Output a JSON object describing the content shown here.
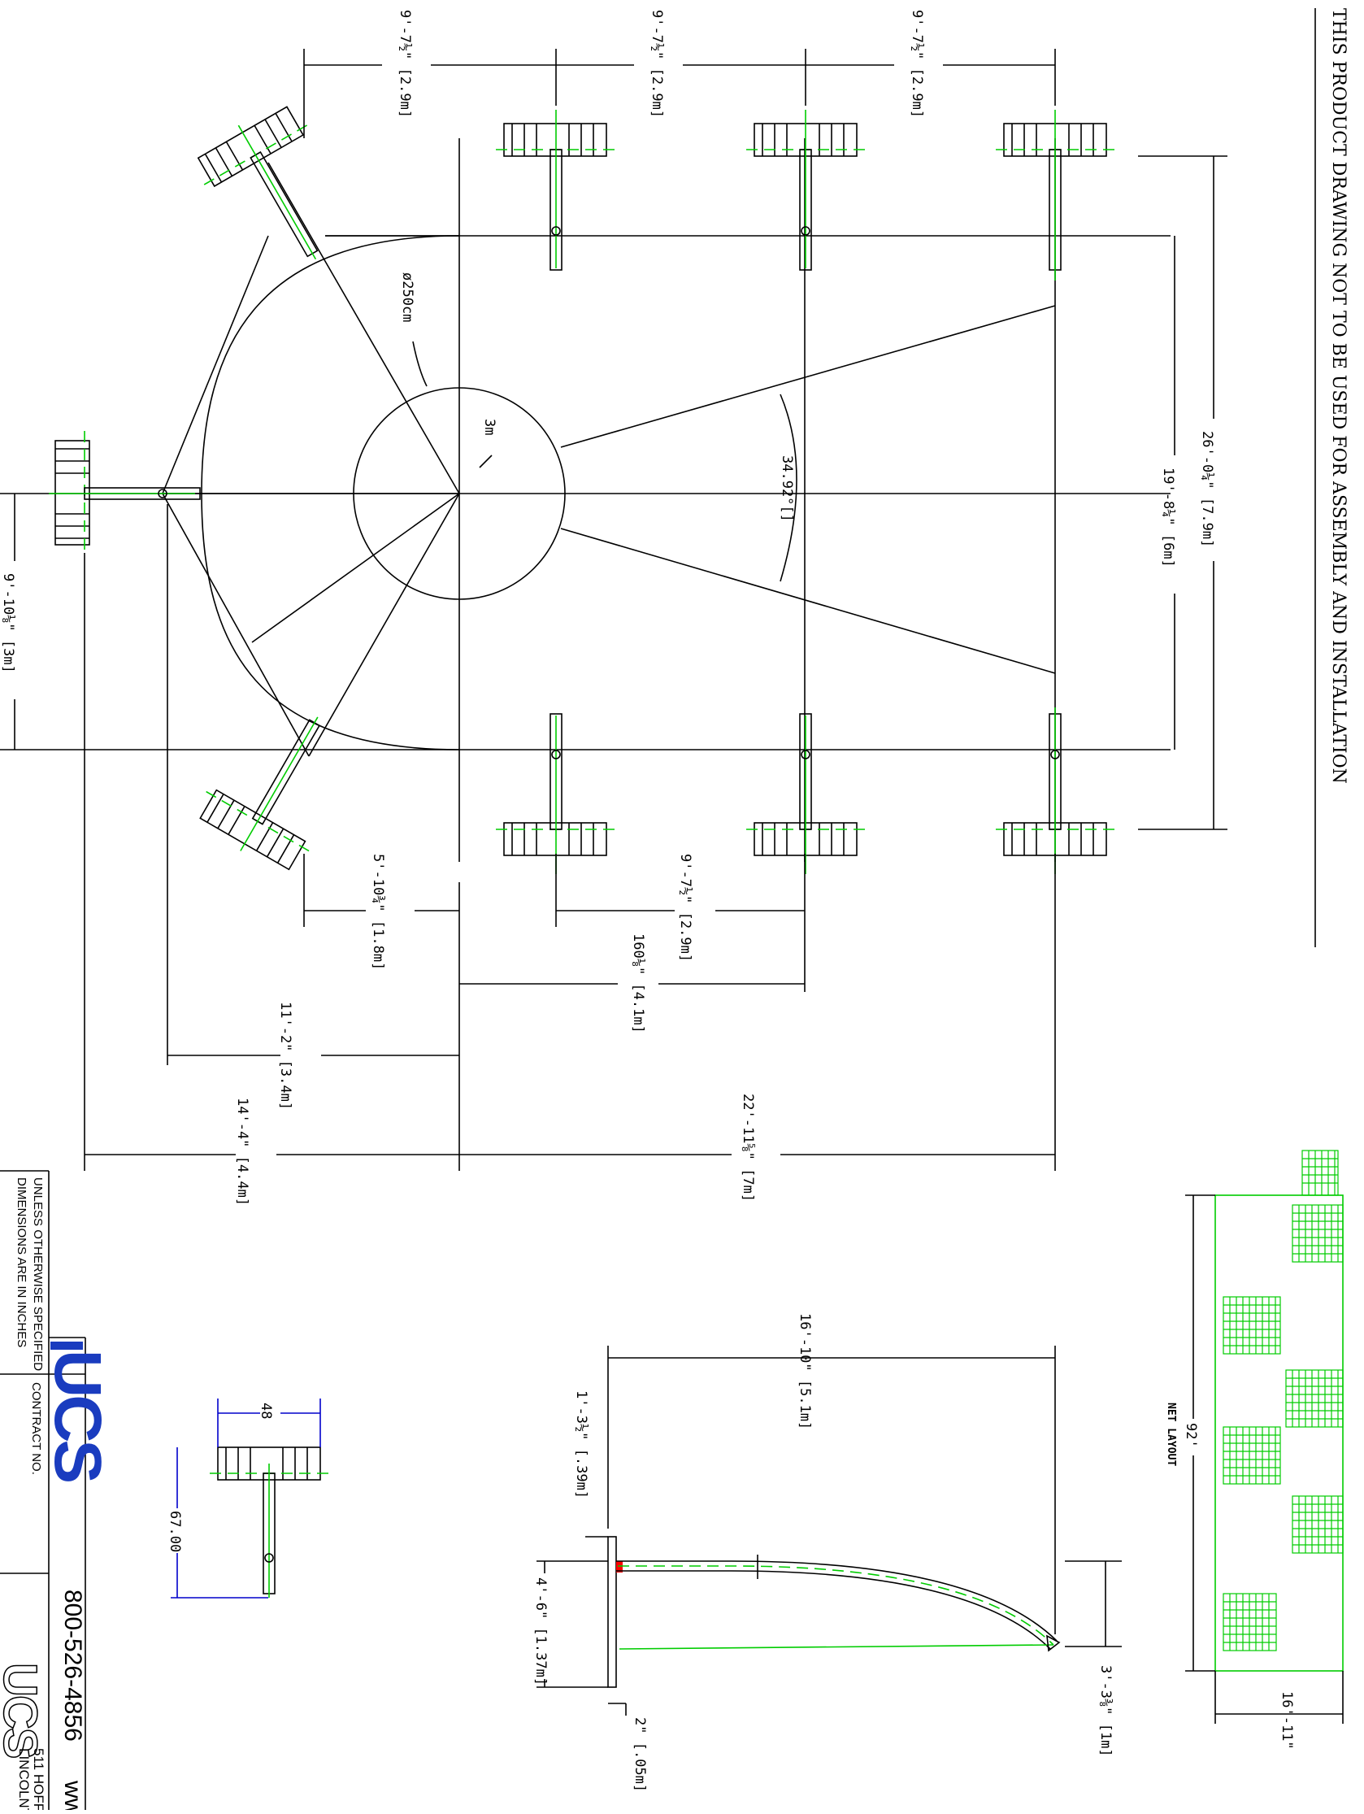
{
  "title_note": "THIS PRODUCT DRAWING NOT TO BE USED FOR ASSEMBLY AND INSTALLATION",
  "dims": {
    "top_spacing": "9'-7½\" [2.9m]",
    "diameter": "ø250cm",
    "radius": "3m",
    "angle": "34.92°[]",
    "overall_depth": "26'-0¼\" [7.9m]",
    "inner_depth": "19'-8¼\" [6m]",
    "left_width": "9'-10⅛\" [3m]",
    "bottom_spacing": "9'-7½\" [2.9m]",
    "offset_a": "5'-10¾\" [1.8m]",
    "offset_b": "160⅛\" [4.1m]",
    "offset_c": "11'-2\" [3.4m]",
    "offset_d": "14'-4\" [4.4m]",
    "overall_length": "22'-11⅝\" [7m]"
  },
  "side_view": {
    "span": "16'-10\" [5.1m]",
    "top_height": "1'-3½\" [.39m]",
    "post_height": "4'-6\" [1.37m]",
    "tip_height": "3'-3⅜\" [1m]",
    "base": "2\" [.05m]"
  },
  "detail": {
    "width": "48",
    "length": "67.00"
  },
  "net_layout": {
    "label": "NET LAYOUT",
    "length": "92'",
    "width": "16'-11\""
  },
  "title_block": {
    "note_1": "UNLESS OTHERWISE SPECIFIED",
    "note_2": "DIMENSIONS ARE IN INCHES",
    "contract": "CONTRACT NO.",
    "phone": "800-526-4856",
    "web": "www.u",
    "address_1": "511 HOFF",
    "address_2": "LINCOLNTO",
    "logo": "UCS"
  }
}
